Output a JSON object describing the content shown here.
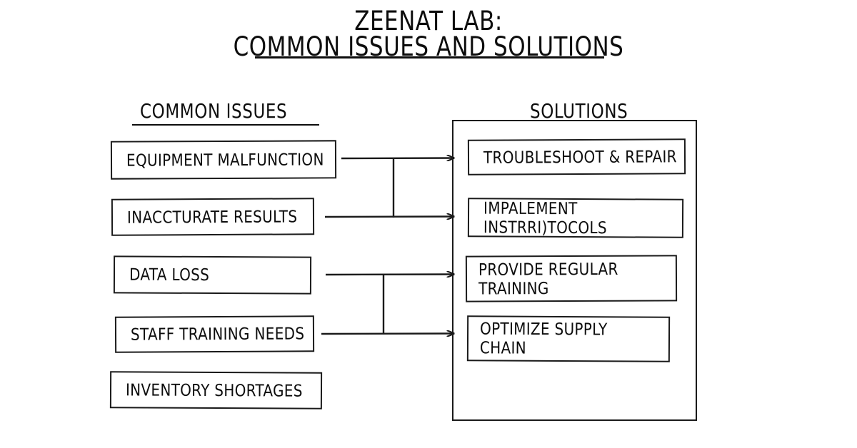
{
  "title": {
    "line1": "ZEENAT LAB:",
    "line2": "COMMON ISSUES AND SOLUTIONS"
  },
  "columns": {
    "issues_heading": "COMMON ISSUES",
    "solutions_heading": "SOLUTIONS"
  },
  "issues": [
    {
      "label": "EQUIPMENT MALFUNCTION"
    },
    {
      "label": "INACCTURATE RESULTS"
    },
    {
      "label": "DATA LOSS"
    },
    {
      "label": "STAFF TRAINING NEEDS"
    },
    {
      "label": "INVENTORY SHORTAGES"
    }
  ],
  "solutions": [
    {
      "label": "TROUBLESHOOT & REPAIR"
    },
    {
      "label": "IMPALEMENT\n   INSTRRI)TOCOLS"
    },
    {
      "label": "PROVIDE REGULAR\nTRAINING"
    },
    {
      "label": "OPTIMIZE SUPPLY\nCHAIN"
    }
  ],
  "connections": [
    {
      "from": "EQUIPMENT MALFUNCTION",
      "to": "TROUBLESHOOT & REPAIR"
    },
    {
      "from": "INACCTURATE RESULTS",
      "to": "IMPALEMENT INSTRRI)TOCOLS"
    },
    {
      "from": "DATA LOSS",
      "to": "PROVIDE REGULAR TRAINING"
    },
    {
      "from": "STAFF TRAINING NEEDS",
      "to": "OPTIMIZE SUPPLY CHAIN"
    }
  ],
  "colors": {
    "ink": "#0d0d0d",
    "stroke": "#1a1a1a",
    "background": "#ffffff"
  }
}
